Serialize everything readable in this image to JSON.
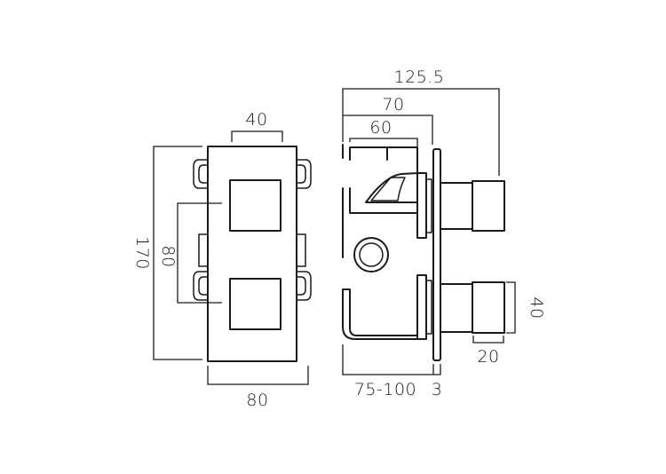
{
  "front_view": {
    "dim_top": "40",
    "dim_side_outer": "170",
    "dim_side_inner": "80",
    "dim_bottom": "80"
  },
  "side_view": {
    "dim_overall": "125.5",
    "dim_mid": "70",
    "dim_inner": "60",
    "dim_handle_height": "40",
    "dim_handle_depth": "20",
    "dim_bottom_range": "75-100",
    "dim_bottom_plate": "3"
  }
}
